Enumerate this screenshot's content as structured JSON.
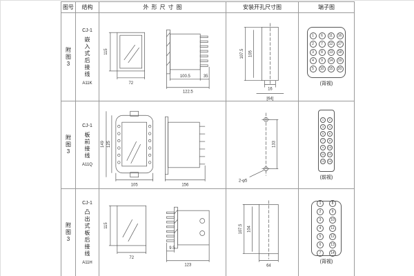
{
  "header": {
    "col_figure": "图号",
    "col_structure": "结构",
    "col_outline": "外形尺寸图",
    "col_mounting": "安装开孔尺寸图",
    "col_terminal": "端子图"
  },
  "rows": [
    {
      "figure": "附图3",
      "model": "CJ-1",
      "type": "嵌入式后接线",
      "code": "A11K",
      "outline": {
        "front_h": "115",
        "front_w": "72",
        "body_len": "100.5",
        "rear_len": "35",
        "total_len": "122.5"
      },
      "mounting": {
        "cut_h": "107.5",
        "cut_h2": "105",
        "cut_w": "16",
        "cut_w2": "[64]"
      },
      "terminal": {
        "view": "(背视)",
        "pins": [
          "1",
          "6",
          "11",
          "16",
          "2",
          "7",
          "12",
          "17",
          "3",
          "8",
          "13",
          "18",
          "4",
          "9",
          "14",
          "19",
          "5",
          "10",
          "15",
          "20"
        ]
      }
    },
    {
      "figure": "附图3",
      "model": "CJ-1",
      "type": "板前接线",
      "code": "A11Q",
      "outline": {
        "front_h": "149",
        "front_h2": "125",
        "front_w": "105",
        "total_len": "156"
      },
      "mounting": {
        "hole_pitch": "133",
        "hole_note": "2-φ5"
      },
      "terminal": {
        "view": "(前视)",
        "pins": [
          "1",
          "2",
          "3",
          "4",
          "5",
          "6",
          "7",
          "8",
          "9",
          "10",
          "11",
          "12",
          "13",
          "14"
        ]
      }
    },
    {
      "figure": "附图3",
      "model": "CJ-1",
      "type": "凸出式板后接线",
      "code": "A11H",
      "outline": {
        "front_h": "115",
        "front_w": "72",
        "rear_len": "9.5",
        "total_len": "123"
      },
      "mounting": {
        "cut_h": "107.5",
        "cut_h2": "104",
        "cut_w": "64"
      },
      "terminal": {
        "view": "(背视)",
        "pins": [
          "1",
          "8",
          "2",
          "9",
          "3",
          "10",
          "4",
          "11",
          "5",
          "12",
          "6",
          "13",
          "7",
          "14"
        ]
      }
    }
  ]
}
